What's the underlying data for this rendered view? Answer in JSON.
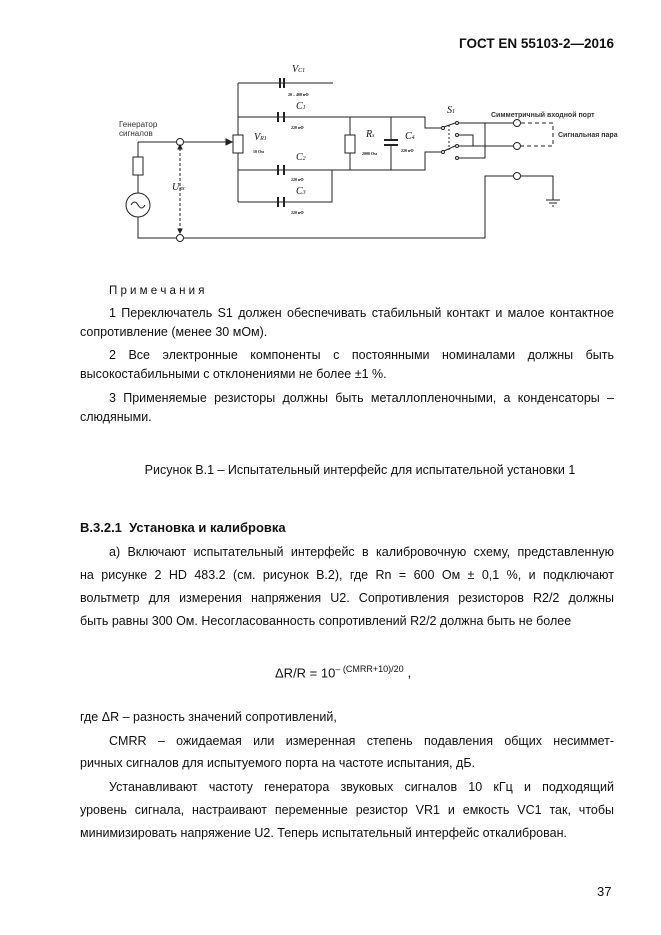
{
  "header": "ГОСТ EN 55103-2—2016",
  "circuit": {
    "generator_label": [
      "Генератор",
      "сигналов"
    ],
    "vc1": "V",
    "vc1_sub": "C1",
    "vc1_value": "20 – 400 пФ",
    "c1": "C",
    "c1_sub": "1",
    "c1_value": "220 пФ",
    "c2": "C",
    "c2_sub": "2",
    "c2_value": "220 пФ",
    "c3": "C",
    "c3_sub": "3",
    "c3_value": "220 пФ",
    "c4": "C",
    "c4_sub": "4",
    "c4_value": "220 пФ",
    "vr1": "V",
    "vr1_sub": "R1",
    "vr1_value": "10 Ом",
    "rs": "R",
    "rs_sub": "s",
    "rs_value": "2000 Ом",
    "s1": "S",
    "s1_sub": "1",
    "uin": "U",
    "uin_sub": "вх",
    "port_label": "Симметричный входной порт",
    "pair_label": "Сигнальная пара"
  },
  "notes": {
    "title": "П р и м е ч а н и я",
    "n1": [
      "1 Переключатель S1 должен обеспечивать стабильный контакт и малое контактное",
      "сопротивление (менее 30 мОм)."
    ],
    "n2": [
      "2 Все электронные компоненты с постоянными номиналами должны быть",
      "высокостабильными с отклонениями не более ±1 %."
    ],
    "n3": [
      "3 Применяемые резисторы должны быть металлопленочными, а конденсаторы –",
      "слюдяными."
    ]
  },
  "caption": "Рисунок В.1 – Испытательный интерфейс для испытательной установки 1",
  "section": {
    "number": "В.3.2.1",
    "title": "Установка и калибровка"
  },
  "para_a": [
    "а) Включают испытательный интерфейс в калибровочную схему, представленную",
    "на рисунке 2 HD 483.2 (см. рисунок В.2), где Rn = 600 Ом ± 0,1 %, и подключают",
    "вольтметр для измерения напряжения U2. Сопротивления резисторов R2/2 должны",
    "быть равны 300 Ом. Несогласованность сопротивлений R2/2   должна быть не более"
  ],
  "formula": {
    "lhs": "ΔR/R = 10",
    "exp": "– (CMRR+10)/20",
    "tail": ","
  },
  "where": [
    "где    ΔR –  разность значений сопротивлений,",
    "CMRR – ожидаемая или измеренная степень подавления общих несиммет-",
    "ричных сигналов для испытуемого порта на частоте испытания, дБ."
  ],
  "para_b": [
    "Устанавливают частоту генератора звуковых сигналов 10 кГц и подходящий",
    "уровень сигнала, настраивают переменные резистор VR1 и емкость VC1 так, чтобы",
    "минимизировать напряжение U2. Теперь испытательный интерфейс откалиброван."
  ],
  "page_number": "37"
}
